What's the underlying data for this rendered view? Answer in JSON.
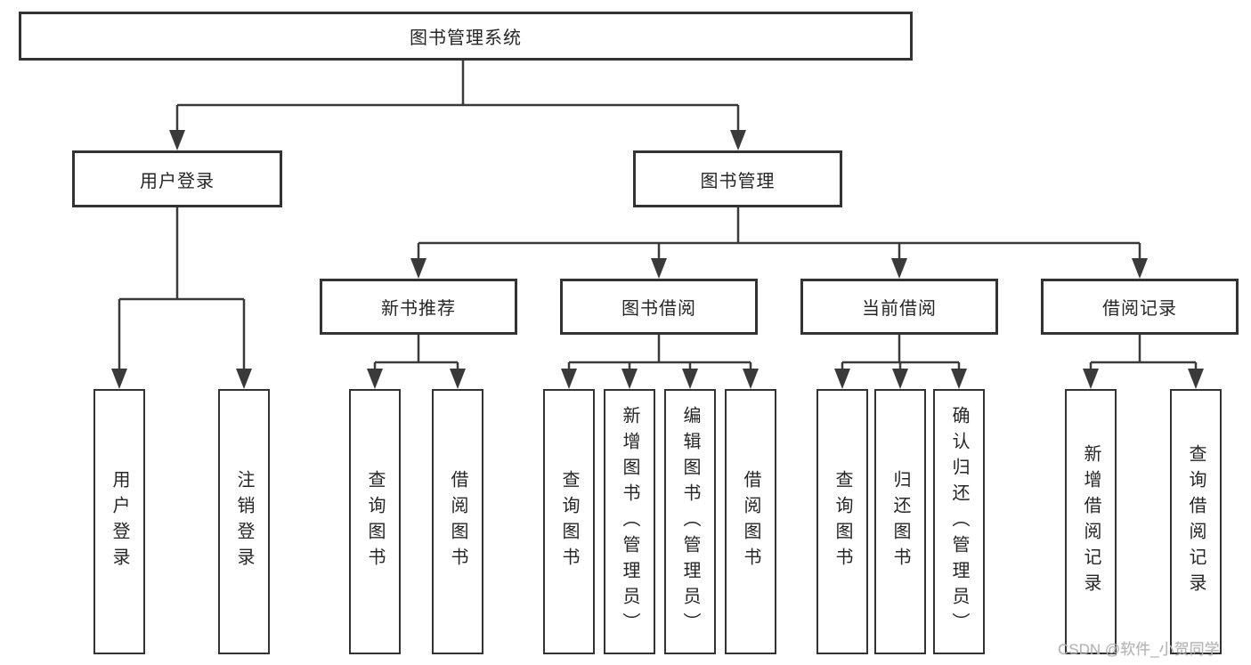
{
  "diagram": {
    "title_node": {
      "label": "图书管理系统"
    },
    "level2": [
      {
        "label": "用户登录"
      },
      {
        "label": "图书管理"
      }
    ],
    "level3": [
      {
        "label": "新书推荐"
      },
      {
        "label": "图书借阅"
      },
      {
        "label": "当前借阅"
      },
      {
        "label": "借阅记录"
      }
    ],
    "leaves": {
      "user_login": [
        "用户登录",
        "注销登录"
      ],
      "new_book": [
        "查询图书",
        "借阅图书"
      ],
      "book_borrow": [
        "查询图书",
        "新增图书（管理员）",
        "编辑图书（管理员）",
        "借阅图书"
      ],
      "current_borrow": [
        "查询图书",
        "归还图书",
        "确认归还（管理员）"
      ],
      "borrow_records": [
        "新增借阅记录",
        "查询借阅记录"
      ]
    }
  },
  "watermark": {
    "text": "CSDN @软件_小贺同学"
  },
  "colors": {
    "line": "#3a3a3a",
    "box_border": "#333333",
    "text": "#262626",
    "watermark": "#b5b5b5",
    "background": "#ffffff"
  }
}
